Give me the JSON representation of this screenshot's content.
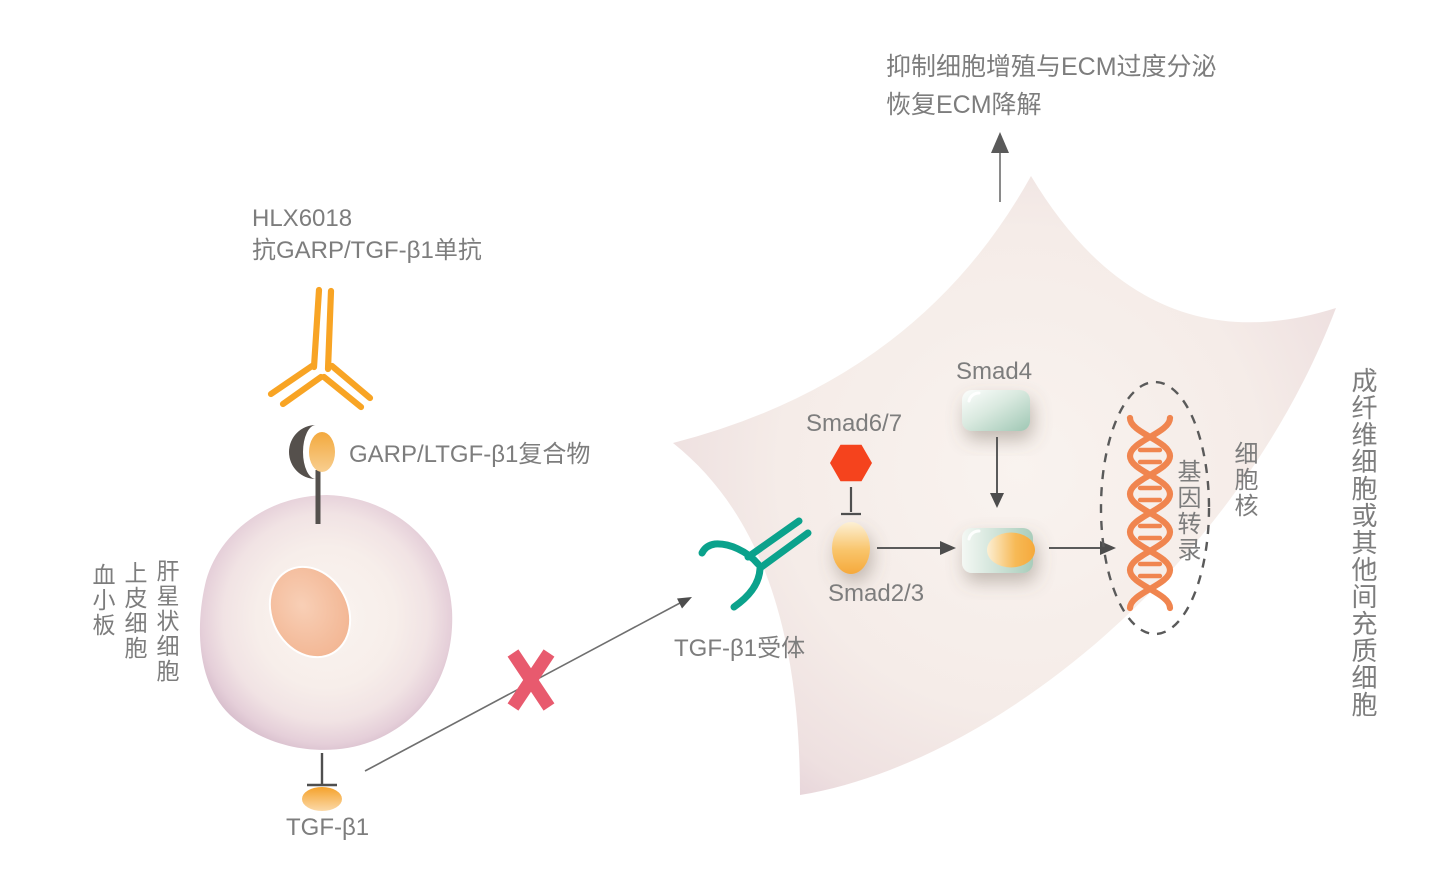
{
  "diagram": {
    "outcome": {
      "line1": "抑制细胞增殖与ECM过度分泌",
      "line2": "恢复ECM降解"
    },
    "antibody": {
      "line1": "HLX6018",
      "line2": "抗GARP/TGF-β1单抗"
    },
    "garp_complex_label": "GARP/LTGF-β1复合物",
    "source_cells": [
      "血小板",
      "上皮细胞",
      "肝星状细胞"
    ],
    "tgfb1_label": "TGF-β1",
    "receptor_label": "TGF-β1受体",
    "smad67_label": "Smad6/7",
    "smad23_label": "Smad2/3",
    "smad4_label": "Smad4",
    "gene_transcription_label": "基因转录",
    "nucleus_label": "细胞核",
    "target_cell_label": "成纤维细胞或其他间充质细胞"
  },
  "colors": {
    "antibody_orange": "#F8A424",
    "ligand_orange": "#F5A93C",
    "receptor_teal": "#0BA28C",
    "smad67_red": "#F5431D",
    "blocked_x_red": "#E85A6E",
    "dna_orange": "#F0854F",
    "smad4_green": "#A5CBB8",
    "cell_membrane_pink": "#D5BACB",
    "garp_crescent_gray": "#55504C",
    "arrow_gray": "#555555",
    "text_gray": "#7D7D7D",
    "background": "#FFFFFF"
  }
}
